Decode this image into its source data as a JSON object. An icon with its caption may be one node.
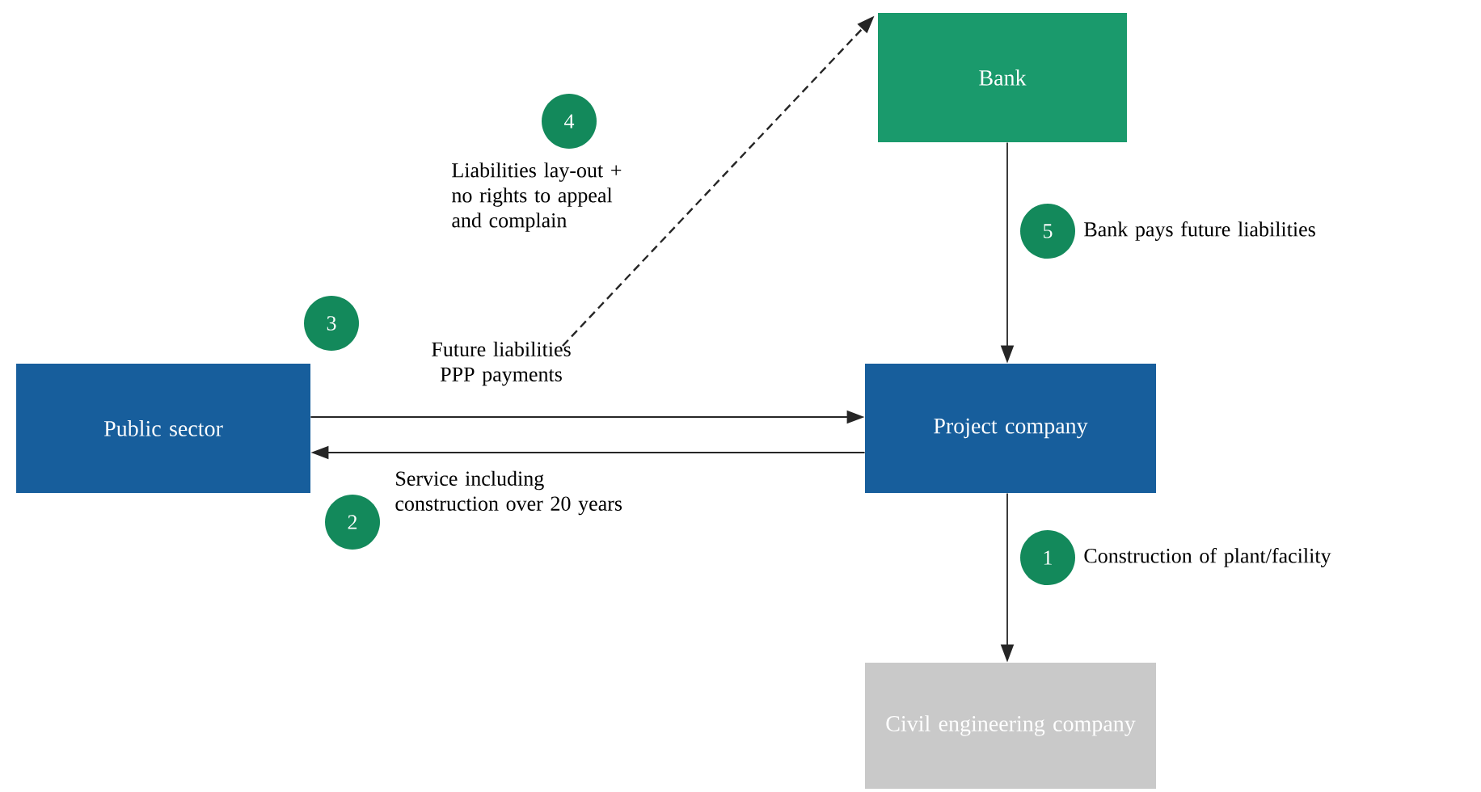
{
  "diagram": {
    "nodes": [
      {
        "text": [
          "Bank"
        ]
      },
      {
        "text": [
          "Public sector"
        ]
      },
      {
        "text": [
          "Project company"
        ]
      },
      {
        "text": [
          "Civil engineering company"
        ]
      },
      {
        "text": [
          "4"
        ]
      },
      {
        "text": [
          "5"
        ]
      },
      {
        "text": [
          "3"
        ]
      },
      {
        "text": [
          "2"
        ]
      },
      {
        "text": [
          "1"
        ]
      }
    ],
    "edges": [
      {
        "from": null,
        "to": 0,
        "arrow": "to",
        "style": "dashed",
        "label": "Liabilities lay-out + no rights to appeal and complain"
      },
      {
        "from": 1,
        "to": 2,
        "arrow": "to",
        "label": "Future liabilities PPP payments"
      },
      {
        "from": 2,
        "to": 1,
        "arrow": "to",
        "label": "Service including construction over 20 years"
      },
      {
        "from": 0,
        "to": 2,
        "arrow": "to",
        "label": "Bank pays future liabilities"
      },
      {
        "from": 2,
        "to": 3,
        "arrow": "to",
        "label": "Construction of plant/facility"
      }
    ]
  }
}
